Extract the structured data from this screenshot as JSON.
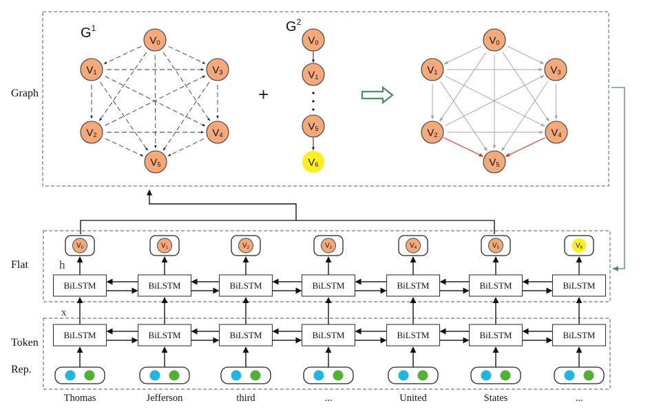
{
  "row_labels": {
    "graph": "Graph",
    "flat": "Flat",
    "token_line1": "Token",
    "token_line2": "Rep."
  },
  "symbols": {
    "h": "h",
    "x": "x",
    "plus": "+"
  },
  "graph1": {
    "title": "G",
    "title_sup": "1",
    "nodes": [
      {
        "id": "V0",
        "label": "V",
        "sub": "0"
      },
      {
        "id": "V1",
        "label": "V",
        "sub": "1"
      },
      {
        "id": "V2",
        "label": "V",
        "sub": "2"
      },
      {
        "id": "V3",
        "label": "V",
        "sub": "3"
      },
      {
        "id": "V4",
        "label": "V",
        "sub": "4"
      },
      {
        "id": "V5",
        "label": "V",
        "sub": "5"
      }
    ],
    "edge_style": "dashed",
    "edges": [
      [
        "V0",
        "V1"
      ],
      [
        "V0",
        "V3"
      ],
      [
        "V0",
        "V2"
      ],
      [
        "V0",
        "V4"
      ],
      [
        "V0",
        "V5"
      ],
      [
        "V1",
        "V3"
      ],
      [
        "V1",
        "V2"
      ],
      [
        "V1",
        "V4"
      ],
      [
        "V1",
        "V5"
      ],
      [
        "V3",
        "V4"
      ],
      [
        "V3",
        "V5"
      ],
      [
        "V2",
        "V3"
      ],
      [
        "V2",
        "V4"
      ],
      [
        "V2",
        "V5"
      ],
      [
        "V4",
        "V5"
      ]
    ]
  },
  "graph2": {
    "title": "G",
    "title_sup": "2",
    "nodes": [
      {
        "id": "V0",
        "label": "V",
        "sub": "0",
        "highlight": false
      },
      {
        "id": "V1",
        "label": "V",
        "sub": "1",
        "highlight": false
      },
      {
        "id": "V5",
        "label": "V",
        "sub": "5",
        "highlight": false
      },
      {
        "id": "V6",
        "label": "V",
        "sub": "6",
        "highlight": true
      }
    ],
    "ellipsis": "⋮",
    "edges": [
      [
        "V0",
        "V1"
      ],
      [
        "V5",
        "V6"
      ]
    ]
  },
  "graph_merged": {
    "nodes": [
      {
        "id": "V0",
        "label": "V",
        "sub": "0"
      },
      {
        "id": "V1",
        "label": "V",
        "sub": "1"
      },
      {
        "id": "V2",
        "label": "V",
        "sub": "2"
      },
      {
        "id": "V3",
        "label": "V",
        "sub": "3"
      },
      {
        "id": "V4",
        "label": "V",
        "sub": "4"
      },
      {
        "id": "V5",
        "label": "V",
        "sub": "5"
      }
    ],
    "edges": [
      [
        "V0",
        "V1"
      ],
      [
        "V0",
        "V3"
      ],
      [
        "V0",
        "V2"
      ],
      [
        "V0",
        "V4"
      ],
      [
        "V0",
        "V5"
      ],
      [
        "V1",
        "V3"
      ],
      [
        "V1",
        "V2"
      ],
      [
        "V1",
        "V4"
      ],
      [
        "V1",
        "V5"
      ],
      [
        "V3",
        "V4"
      ],
      [
        "V3",
        "V5"
      ],
      [
        "V2",
        "V3"
      ],
      [
        "V2",
        "V4"
      ]
    ],
    "highlighted_edges": [
      [
        "V2",
        "V5"
      ],
      [
        "V4",
        "V5"
      ]
    ]
  },
  "flat_layer": {
    "cell_label": "BiLSTM",
    "outputs": [
      {
        "label": "V",
        "sub": "0",
        "highlight": false
      },
      {
        "label": "V",
        "sub": "1",
        "highlight": false
      },
      {
        "label": "V",
        "sub": "2",
        "highlight": false
      },
      {
        "label": "V",
        "sub": "3",
        "highlight": false
      },
      {
        "label": "V",
        "sub": "4",
        "highlight": false
      },
      {
        "label": "V",
        "sub": "5",
        "highlight": false
      },
      {
        "label": "V",
        "sub": "6",
        "highlight": true
      }
    ]
  },
  "token_layer": {
    "cell_label": "BiLSTM",
    "words": [
      "Thomas",
      "Jefferson",
      "third",
      "...",
      "United",
      "States",
      "..."
    ]
  },
  "colors": {
    "node_fill": "#f4a97a",
    "node_stroke": "#3a3a3a",
    "highlight_fill": "#fcee21",
    "edge_gray": "#a6a6a6",
    "edge_red": "#e0301e",
    "edge_dark": "#222222",
    "green_arrow": "#4a8a5e",
    "dot_blue": "#1fb6e0",
    "dot_green": "#52b033",
    "dash_border": "#555555"
  }
}
